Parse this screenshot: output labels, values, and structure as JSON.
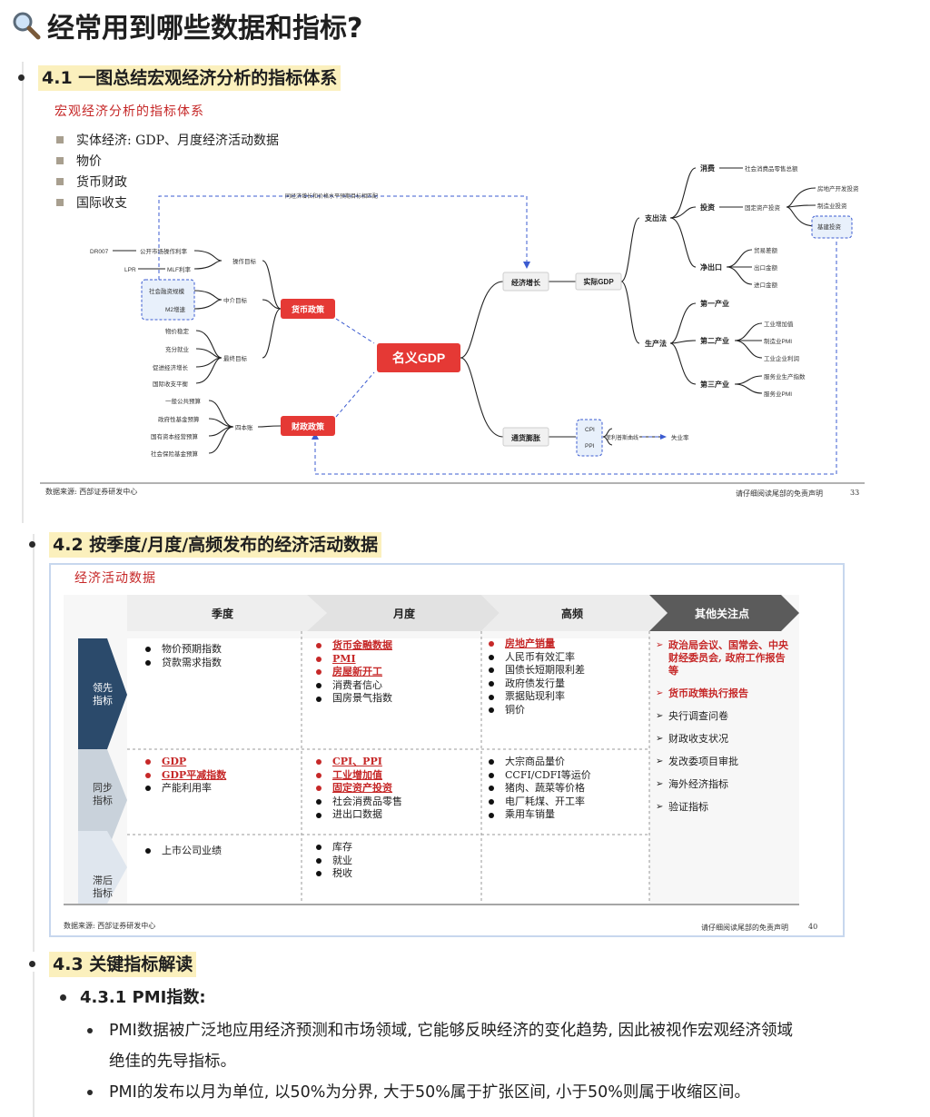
{
  "page_title": "经常用到哪些数据和指标?",
  "sections": {
    "s41": "4.1 一图总结宏观经济分析的指标体系",
    "s42": "4.2 按季度/月度/高频发布的经济活动数据",
    "s43": "4.3 关键指标解读",
    "s431": "4.3.1 PMI指数:"
  },
  "fig1": {
    "title": "宏观经济分析的指标体系",
    "items": [
      "实体经济: GDP、月度经济活动数据",
      "物价",
      "货币财政",
      "国际收支"
    ],
    "source": "数据来源: 西部证券研发中心",
    "disclaimer": "请仔细阅读尾部的免责声明",
    "page": "33",
    "mindmap": {
      "center": "名义GDP",
      "money": "货币政策",
      "fiscal": "财政政策",
      "op_target": "操作目标",
      "mid_target": "中介目标",
      "final_target": "最终目标",
      "dr007": "DR007",
      "lpr": "LPR",
      "open_market": "公开市场操作利率",
      "mlf": "MLF利率",
      "social": "社会融资规模",
      "m2": "M2增速",
      "final": [
        "物价稳定",
        "充分就业",
        "促进经济增长",
        "国际收支平衡"
      ],
      "four_books": "四本账",
      "budgets": [
        "一般公共预算",
        "政府性基金预算",
        "国有资本经营预算",
        "社会保险基金预算"
      ],
      "growth": "经济增长",
      "real_gdp": "实际GDP",
      "inflation": "通货膨胀",
      "cpi": "CPI",
      "ppi": "PPI",
      "phillips": "菲利普斯曲线",
      "unemployment": "失业率",
      "expenditure": "支出法",
      "production": "生产法",
      "consumption": "消费",
      "investment": "投资",
      "netexport": "净出口",
      "retail": "社会消费品零售总额",
      "fai": "固定资产投资",
      "re_inv": "房地产开发投资",
      "mfg_inv": "制造业投资",
      "infra": "基建投资",
      "trade": [
        "贸易差额",
        "出口金额",
        "进口金额"
      ],
      "ind1": "第一产业",
      "ind2": "第二产业",
      "ind3": "第三产业",
      "ind2_items": [
        "工业增加值",
        "制造业PMI",
        "工业企业利润"
      ],
      "ind3_items": [
        "服务业生产指数",
        "服务业PMI"
      ],
      "top_note": "同经济增长和价格水平预期目标相匹配"
    }
  },
  "fig2": {
    "title": "经济活动数据",
    "columns": [
      "季度",
      "月度",
      "高频",
      "其他关注点"
    ],
    "rows": [
      "领先\n指标",
      "同步\n指标",
      "滞后\n指标"
    ],
    "cells": {
      "lead_q": [
        "物价预期指数",
        "贷款需求指数"
      ],
      "lead_m": [
        {
          "t": "货币金融数据",
          "hl": true
        },
        {
          "t": "PMI",
          "hl": true
        },
        {
          "t": "房屋新开工",
          "hl": true
        },
        {
          "t": "消费者信心",
          "hl": false
        },
        {
          "t": "国房景气指数",
          "hl": false
        }
      ],
      "lead_h": [
        {
          "t": "房地产销量",
          "hl": true
        },
        {
          "t": "人民币有效汇率",
          "hl": false
        },
        {
          "t": "国债长短期限利差",
          "hl": false
        },
        {
          "t": "政府债发行量",
          "hl": false
        },
        {
          "t": "票据贴现利率",
          "hl": false
        },
        {
          "t": "铜价",
          "hl": false
        }
      ],
      "sync_q": [
        {
          "t": "GDP",
          "hl": true
        },
        {
          "t": "GDP平减指数",
          "hl": true
        },
        {
          "t": "产能利用率",
          "hl": false
        }
      ],
      "sync_m": [
        {
          "t": "CPI、PPI",
          "hl": true
        },
        {
          "t": "工业增加值",
          "hl": true
        },
        {
          "t": "固定资产投资",
          "hl": true
        },
        {
          "t": "社会消费品零售",
          "hl": false
        },
        {
          "t": "进出口数据",
          "hl": false
        }
      ],
      "sync_h": [
        "大宗商品量价",
        "CCFI/CDFI等运价",
        "猪肉、蔬菜等价格",
        "电厂耗煤、开工率",
        "乘用车销量"
      ],
      "lag_q": [
        "上市公司业绩"
      ],
      "lag_m": [
        "库存",
        "就业",
        "税收"
      ],
      "other": [
        {
          "t": "政治局会议、国常会、中央财经委员会, 政府工作报告等",
          "hl": true
        },
        {
          "t": "货币政策执行报告",
          "hl": true
        },
        {
          "t": "央行调查问卷",
          "hl": false
        },
        {
          "t": "财政收支状况",
          "hl": false
        },
        {
          "t": "发改委项目审批",
          "hl": false
        },
        {
          "t": "海外经济指标",
          "hl": false
        },
        {
          "t": "验证指标",
          "hl": false
        }
      ]
    },
    "source": "数据来源: 西部证券研发中心",
    "disclaimer": "请仔细阅读尾部的免责声明",
    "page": "40"
  },
  "body": {
    "p1a": "PMI数据被广泛地应用经济预测和市场领域, 它能够反映经济的变化趋势, 因此被视作宏观经济领域",
    "p1b": "绝佳的先导指标。",
    "p2": "PMI的发布以月为单位, 以50%为分界, 大于50%属于扩张区间, 小于50%则属于收缩区间。"
  },
  "colors": {
    "red": "#e53935",
    "highlight": "#fbf0bd",
    "navy": "#2b4a6b",
    "blue_dash": "#3b5bd0"
  }
}
